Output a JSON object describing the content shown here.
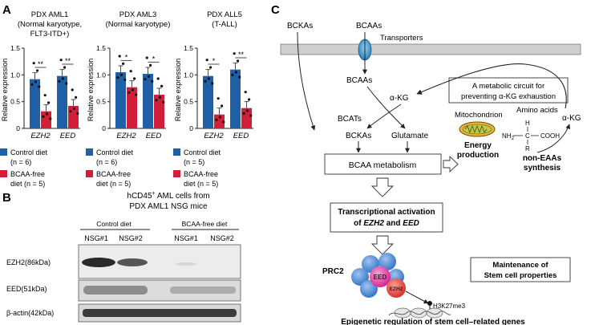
{
  "panelA": {
    "letter": "A",
    "charts": [
      {
        "title1": "PDX AML1",
        "title2": "(Normal karyotype,",
        "title3": "FLT3-ITD+)"
      },
      {
        "title1": "PDX AML3",
        "title2": "(Normal karyotype)",
        "title3": ""
      },
      {
        "title1": "PDX ALL5",
        "title2": "(T-ALL)",
        "title3": ""
      }
    ],
    "ylabel": "Relative expression",
    "yticks": [
      "0",
      "0.5",
      "1.0",
      "1.5"
    ],
    "genes": [
      "EZH2",
      "EED"
    ],
    "legends": [
      {
        "control1": "Control diet",
        "control2": "(n = 6)",
        "bcaa1": "BCAA-free",
        "bcaa2": "diet (n = 5)"
      },
      {
        "control1": "Control diet",
        "control2": "(n = 6)",
        "bcaa1": "BCAA-free",
        "bcaa2": "diet (n = 5)"
      },
      {
        "control1": "Control diet",
        "control2": "(n = 5)",
        "bcaa1": "BCAA-free",
        "bcaa2": "diet (n = 5)"
      }
    ],
    "colors": {
      "control": "#1f5fa5",
      "bcaa": "#d11f3a"
    }
  },
  "chart_data": [
    {
      "type": "bar",
      "categories": [
        "EZH2",
        "EED"
      ],
      "ylim": [
        0,
        1.5
      ],
      "series": [
        {
          "name": "Control diet",
          "values": [
            0.92,
            0.98
          ]
        },
        {
          "name": "BCAA-free diet",
          "values": [
            0.32,
            0.42
          ]
        }
      ],
      "significance": [
        "**",
        "**"
      ]
    },
    {
      "type": "bar",
      "categories": [
        "EZH2",
        "EED"
      ],
      "ylim": [
        0,
        1.5
      ],
      "series": [
        {
          "name": "Control diet",
          "values": [
            1.05,
            1.02
          ]
        },
        {
          "name": "BCAA-free diet",
          "values": [
            0.77,
            0.63
          ]
        }
      ],
      "significance": [
        "*",
        "*"
      ]
    },
    {
      "type": "bar",
      "categories": [
        "EZH2",
        "EED"
      ],
      "ylim": [
        0,
        1.5
      ],
      "series": [
        {
          "name": "Control diet",
          "values": [
            0.98,
            1.1
          ]
        },
        {
          "name": "BCAA-free diet",
          "values": [
            0.26,
            0.38
          ]
        }
      ],
      "significance": [
        "*",
        "**"
      ]
    }
  ],
  "panelB": {
    "letter": "B",
    "title1": "hCD45",
    "title1_sup": "+",
    "title1_rest": " AML cells from",
    "title2": "PDX AML1 NSG mice",
    "group_control": "Control diet",
    "group_bcaa": "BCAA-free diet",
    "lanes": [
      "NSG#1",
      "NSG#2",
      "NSG#1",
      "NSG#2"
    ],
    "rows": [
      "EZH2(86kDa)",
      "EED(51kDa)",
      "β-actin(42kDa)"
    ]
  },
  "panelC": {
    "letter": "C",
    "bckas_top": "BCKAs",
    "bcaas_top": "BCAAs",
    "transporters": "Transporters",
    "bcaas": "BCAAs",
    "akg": "α-KG",
    "bcats": "BCATs",
    "bckas": "BCKAs",
    "glutamate": "Glutamate",
    "circuit1": "A metabolic circuit for",
    "circuit2": "preventing α-KG exhaustion",
    "akg_right": "α-KG",
    "amino_acids": "Amino acids",
    "mitochondrion": "Mitochondrion",
    "energy1": "Energy",
    "energy2": "production",
    "noneaas1": "non-EAAs",
    "noneaas2": "synthesis",
    "bcaa_metabolism": "BCAA metabolism",
    "trans1": "Transcriptional activation",
    "trans2_of": "of ",
    "trans2_ezh2": "EZH2",
    "trans2_and": " and ",
    "trans2_eed": "EED",
    "prc2": "PRC2",
    "eed": "EED",
    "ezh2": "EZH2",
    "maint1": "Maintenance of",
    "maint2": "Stem cell properties",
    "h3k27me3": "H3K27me3",
    "epigenetic": "Epigenetic regulation of stem cell–related genes",
    "aa_h": "H",
    "aa_nh2": "NH",
    "aa_sub2": "2",
    "aa_c": "C",
    "aa_cooh": "COOH",
    "aa_r": "R"
  }
}
